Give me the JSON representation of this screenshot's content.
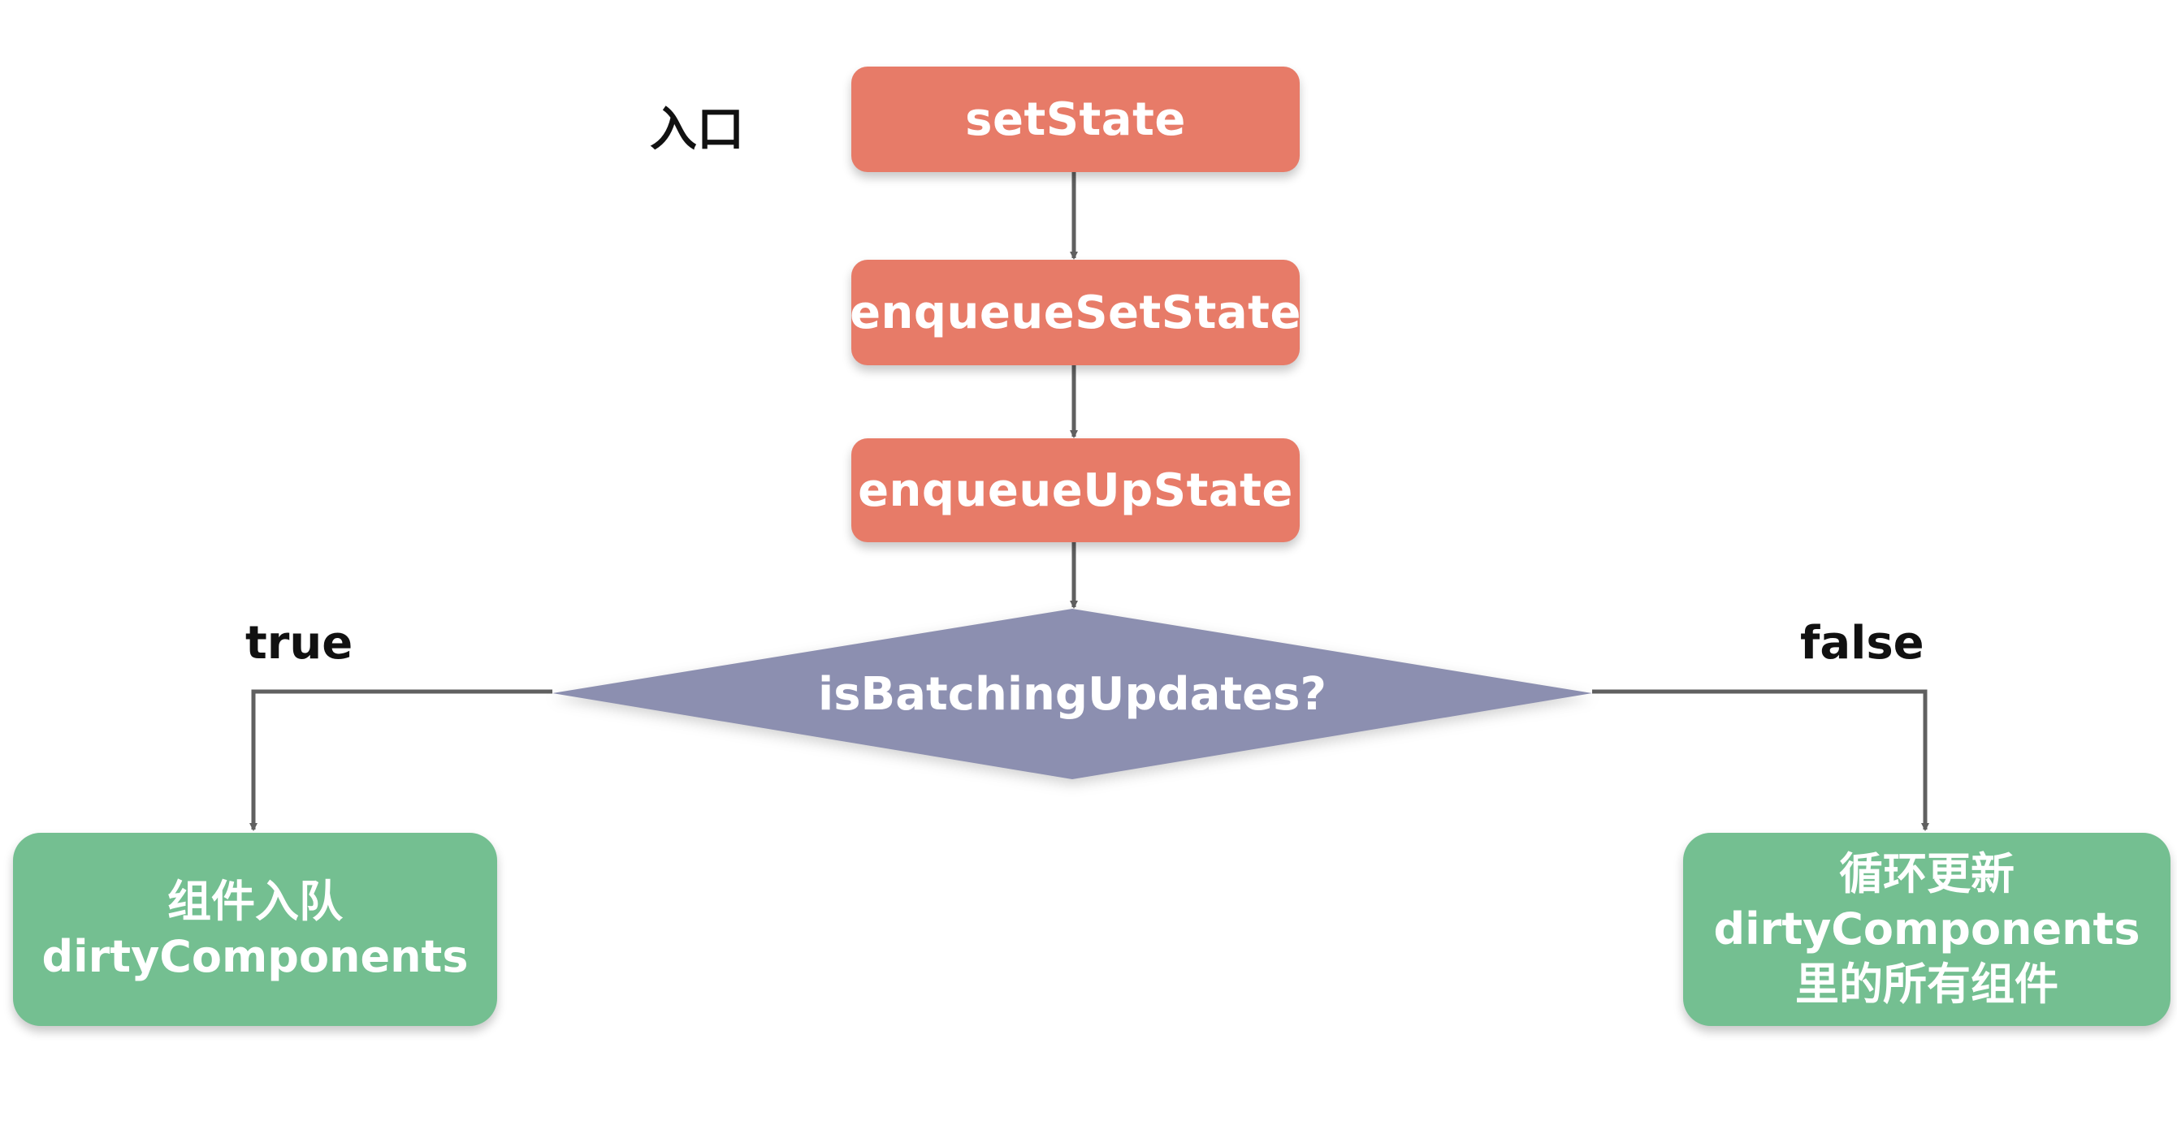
{
  "entry_label": "入口",
  "nodes": {
    "setstate": "setState",
    "enqueue_set_state": "enqueueSetState",
    "enqueue_up_state": "enqueueUpState"
  },
  "decision": {
    "label": "isBatchingUpdates?",
    "true_label": "true",
    "false_label": "false"
  },
  "outcomes": {
    "true": {
      "line1": "组件入队",
      "line2": "dirtyComponents"
    },
    "false": {
      "line1": "循环更新",
      "line2": "dirtyComponents",
      "line3": "里的所有组件"
    }
  },
  "colors": {
    "process_box": "#e77b68",
    "decision": "#8c8fb0",
    "outcome_box": "#74bf91",
    "connector": "#606060"
  }
}
